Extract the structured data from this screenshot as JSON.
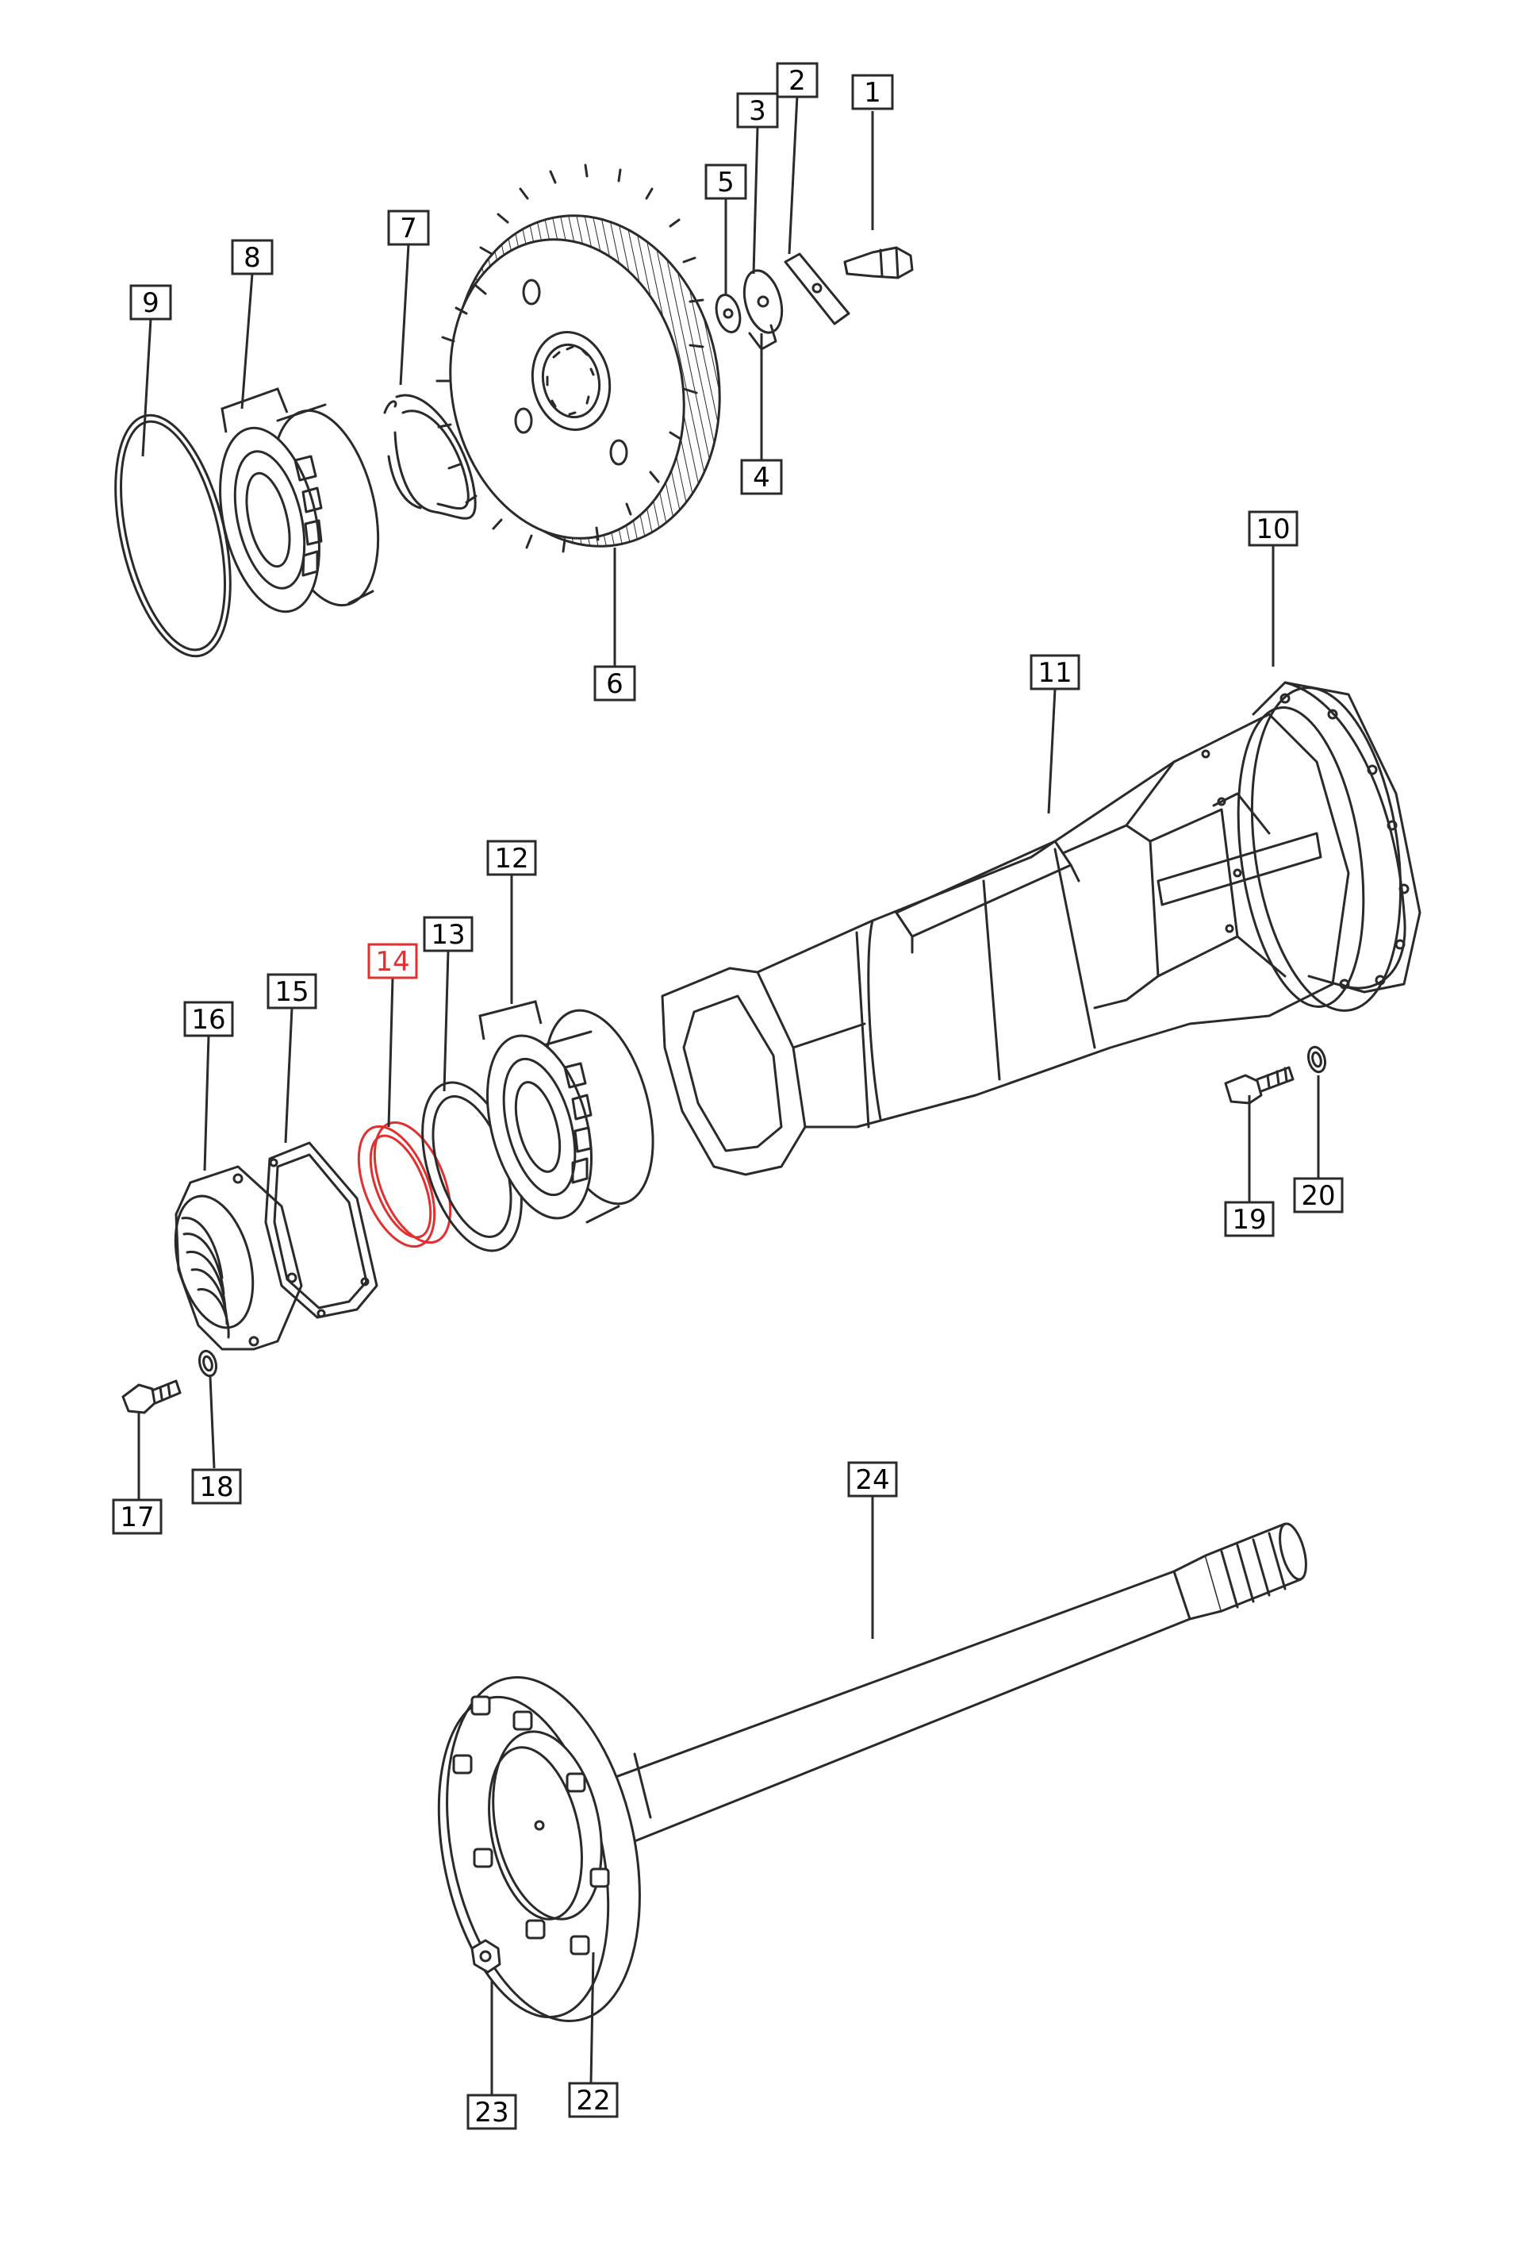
{
  "diagram": {
    "highlight_color": "#e03030",
    "line_color": "#2a2a2a",
    "highlighted_callout": "14",
    "callouts": {
      "c1": "1",
      "c2": "2",
      "c3": "3",
      "c4": "4",
      "c5": "5",
      "c6": "6",
      "c7": "7",
      "c8": "8",
      "c9": "9",
      "c10": "10",
      "c11": "11",
      "c12": "12",
      "c13": "13",
      "c14": "14",
      "c15": "15",
      "c16": "16",
      "c17": "17",
      "c18": "18",
      "c19": "19",
      "c20": "20",
      "c22": "22",
      "c23": "23",
      "c24": "24"
    }
  }
}
